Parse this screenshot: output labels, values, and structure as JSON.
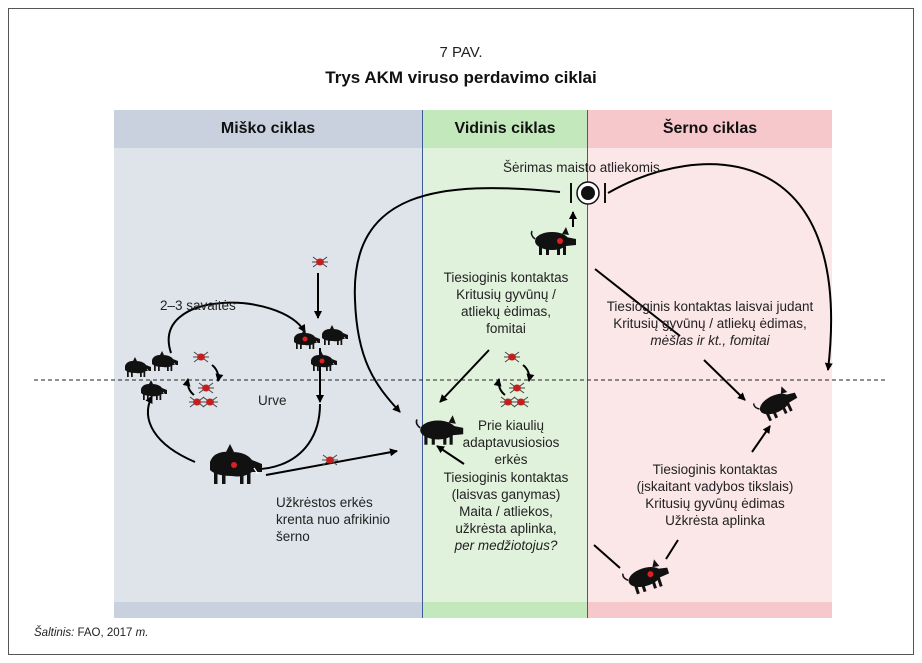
{
  "figure": {
    "number": "7 PAV.",
    "title": "Trys AKM viruso perdavimo ciklai"
  },
  "columns": {
    "forest": "Miško ciklas",
    "domestic": "Vidinis ciklas",
    "boar": "Šerno ciklas"
  },
  "labels": {
    "feeding": "Šėrimas maisto atliekomis",
    "weeks": "2–3 savaitės",
    "burrow": "Urve",
    "infected_ticks_1": "Užkrėstos erkės",
    "infected_ticks_2": "krenta nuo afrikinio",
    "infected_ticks_3": "šerno",
    "dc_1": "Tiesioginis kontaktas",
    "dc_2": "Kritusių gyvūnų /",
    "dc_3": "atliekų ėdimas,",
    "dc_4": "fomitai",
    "tick_adapt_1": "Prie kiaulių",
    "tick_adapt_2": "adaptavusiosios",
    "tick_adapt_3": "erkės",
    "graze_1": "Tiesioginis kontaktas",
    "graze_2": "(laisvas ganymas)",
    "graze_3": "Maita / atliekos,",
    "graze_4": "užkrėsta aplinka,",
    "graze_5": "per medžiotojus?",
    "free_1": "Tiesioginis kontaktas laisvai judant",
    "free_2": "Kritusių gyvūnų / atliekų ėdimas,",
    "free_3": "mėšlas ir kt., fomitai",
    "mgmt_1": "Tiesioginis kontaktas",
    "mgmt_2": "(įskaitant  vadybos tikslais)",
    "mgmt_3": "Kritusių gyvūnų ėdimas",
    "mgmt_4": "Užkrėsta aplinka"
  },
  "source": {
    "prefix": "Šaltinis:",
    "text": " FAO, 2017 ",
    "suffix": "m."
  },
  "icons": {
    "pig": "pig-icon",
    "warthog": "warthog-icon",
    "tick": "tick-icon",
    "plate": "plate-icon"
  },
  "colors": {
    "forest": "#c9d0de",
    "domestic": "#c3e8bb",
    "boar": "#f6c8cb",
    "divider": "#3b5c98",
    "infection_dot": "#e02020"
  }
}
